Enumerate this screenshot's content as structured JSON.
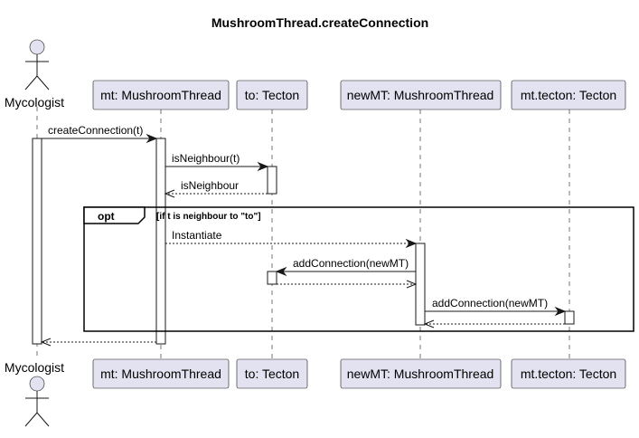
{
  "diagram": {
    "title": "MushroomThread.createConnection",
    "actor_label": "Mycologist",
    "participants": [
      "mt: MushroomThread",
      "to: Tecton",
      "newMT: MushroomThread",
      "mt.tecton: Tecton"
    ],
    "messages": [
      "createConnection(t)",
      "isNeighbour(t)",
      "isNeighbour",
      "Instantiate",
      "addConnection(newMT)",
      "addConnection(newMT)"
    ],
    "fragment": {
      "keyword": "opt",
      "guard": "[if t is neighbour to \"to\"]"
    }
  }
}
